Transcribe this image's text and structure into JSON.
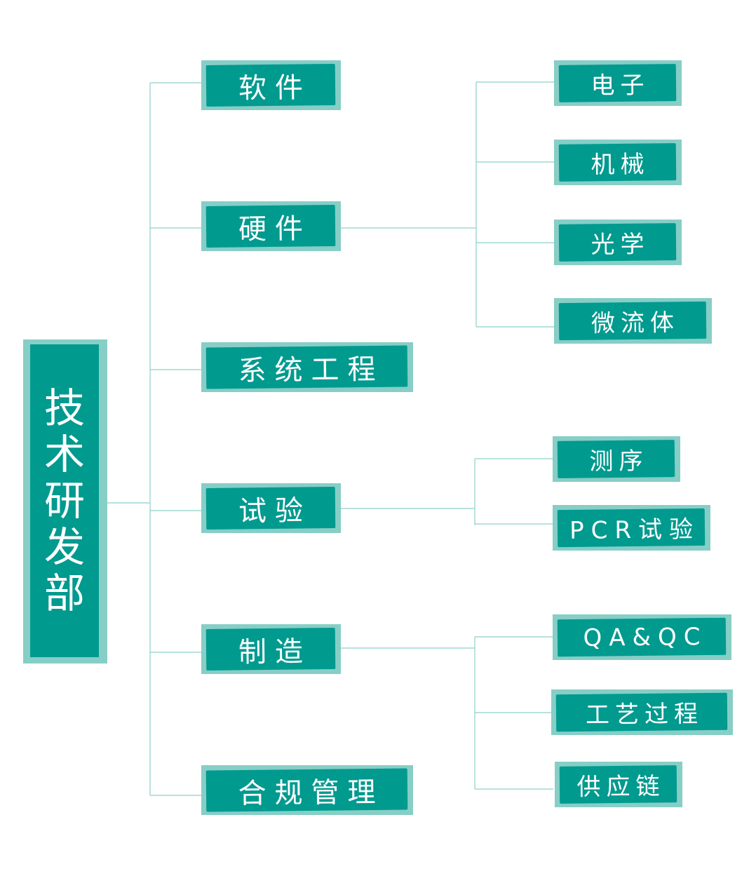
{
  "root": {
    "label": "技术研发部"
  },
  "departments": [
    {
      "id": "software",
      "label": "软件",
      "children": []
    },
    {
      "id": "hardware",
      "label": "硬件",
      "children": [
        "电子",
        "机械",
        "光学",
        "微流体"
      ]
    },
    {
      "id": "systems",
      "label": "系统工程",
      "children": []
    },
    {
      "id": "testing",
      "label": "试验",
      "children": [
        "测序",
        "PCR试验"
      ]
    },
    {
      "id": "manufacturing",
      "label": "制造",
      "children": [
        "QA&QC",
        "工艺过程",
        "供应链"
      ]
    },
    {
      "id": "compliance",
      "label": "合规管理",
      "children": []
    }
  ],
  "colors": {
    "box_fill": "#009a8f",
    "box_border": "#86cec6",
    "connector": "#8ed0c9",
    "text": "#ffffff"
  }
}
